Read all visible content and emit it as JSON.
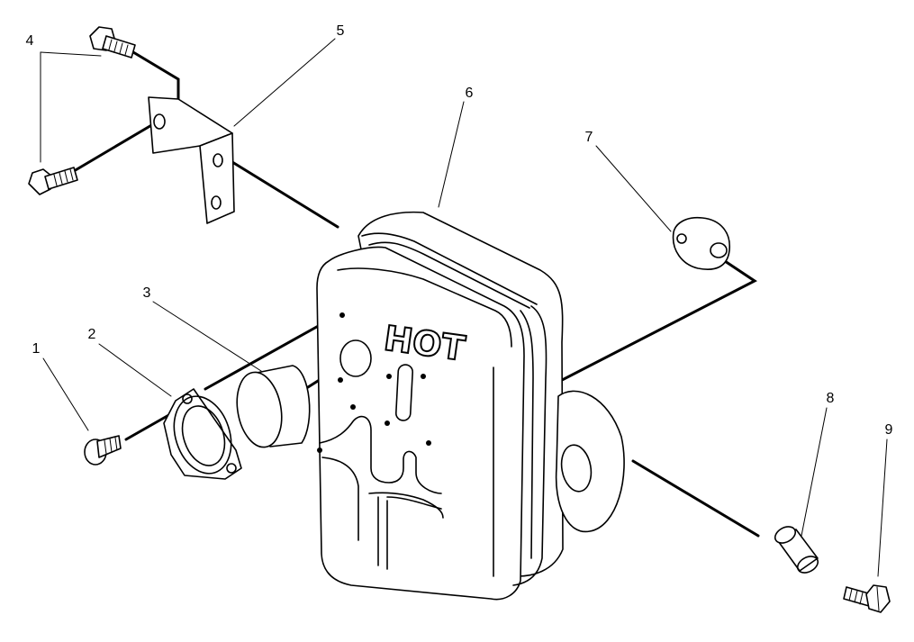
{
  "diagram": {
    "callouts": [
      "1",
      "2",
      "3",
      "4",
      "5",
      "6",
      "7",
      "8",
      "9"
    ],
    "muffler_label": "HOT"
  }
}
